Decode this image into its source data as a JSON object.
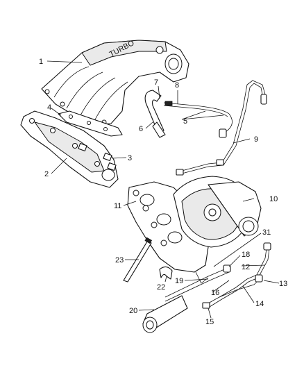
{
  "callouts": [
    {
      "id": "1",
      "text": "1"
    },
    {
      "id": "2",
      "text": "2"
    },
    {
      "id": "3",
      "text": "3"
    },
    {
      "id": "4",
      "text": "4"
    },
    {
      "id": "5",
      "text": "5"
    },
    {
      "id": "6",
      "text": "6"
    },
    {
      "id": "7",
      "text": "7"
    },
    {
      "id": "8",
      "text": "8"
    },
    {
      "id": "9",
      "text": "9"
    },
    {
      "id": "10",
      "text": "10"
    },
    {
      "id": "11",
      "text": "11"
    },
    {
      "id": "12",
      "text": "12"
    },
    {
      "id": "13",
      "text": "13"
    },
    {
      "id": "14",
      "text": "14"
    },
    {
      "id": "15",
      "text": "15"
    },
    {
      "id": "16",
      "text": "16"
    },
    {
      "id": "18",
      "text": "18"
    },
    {
      "id": "19",
      "text": "19"
    },
    {
      "id": "20",
      "text": "20"
    },
    {
      "id": "22",
      "text": "22"
    },
    {
      "id": "23",
      "text": "23"
    },
    {
      "id": "31",
      "text": "31"
    }
  ],
  "manifold_lettering": "TURBO"
}
